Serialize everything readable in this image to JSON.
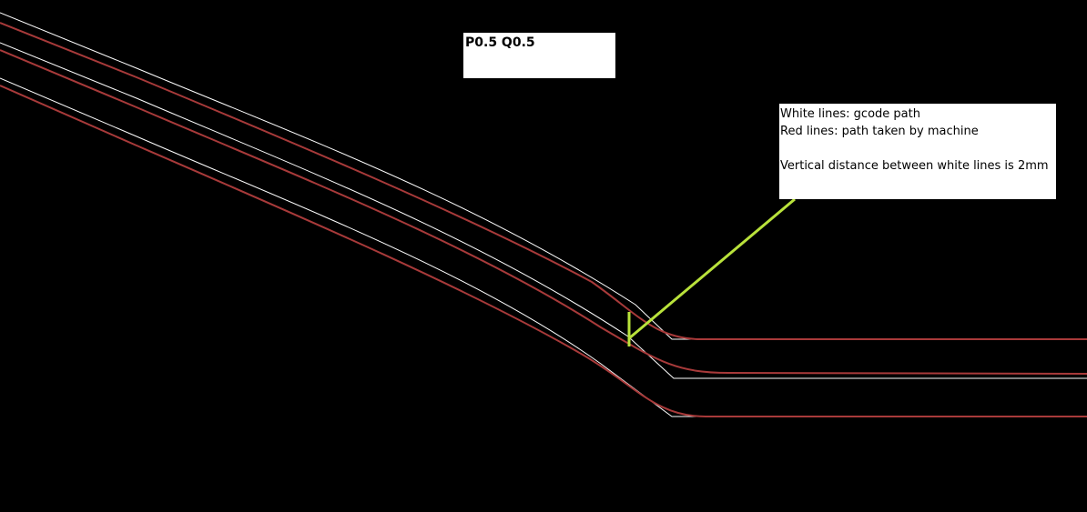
{
  "title": "P0.5 Q0.5",
  "legend": {
    "line1": "White lines: gcode path",
    "line2": "Red lines: path taken by machine",
    "line3": "Vertical distance between white lines is 2mm"
  },
  "colors": {
    "background": "#000000",
    "gcode_path": "#ffffff",
    "machine_path": "#a83a3a",
    "measurement": "#b9e23b",
    "label_bg": "#ffffff"
  }
}
